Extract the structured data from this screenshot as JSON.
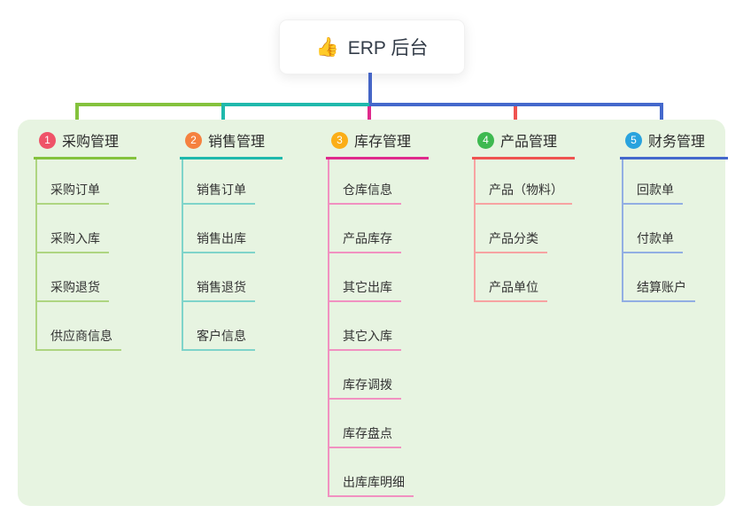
{
  "root": {
    "icon": "👍",
    "title": "ERP 后台",
    "connector_color": "#4565c6"
  },
  "canvas": {
    "background": "#ffffff",
    "panel_background": "#e7f4e1"
  },
  "branches": [
    {
      "badge": "1",
      "label": "采购管理",
      "colors": {
        "badge": "#ef5368",
        "line": "#84c23d",
        "line_light": "#aed581"
      },
      "children": [
        "采购订单",
        "采购入库",
        "采购退货",
        "供应商信息"
      ]
    },
    {
      "badge": "2",
      "label": "销售管理",
      "colors": {
        "badge": "#f5813f",
        "line": "#1fb9ac",
        "line_light": "#7fd4ca"
      },
      "children": [
        "销售订单",
        "销售出库",
        "销售退货",
        "客户信息"
      ]
    },
    {
      "badge": "3",
      "label": "库存管理",
      "colors": {
        "badge": "#fbae17",
        "line": "#df2a8c",
        "line_light": "#f191c1"
      },
      "children": [
        "仓库信息",
        "产品库存",
        "其它出库",
        "其它入库",
        "库存调拨",
        "库存盘点",
        "出库库明细"
      ]
    },
    {
      "badge": "4",
      "label": "产品管理",
      "colors": {
        "badge": "#3eb950",
        "line": "#ef5350",
        "line_light": "#f7a3a2"
      },
      "children": [
        "产品（物料）",
        "产品分类",
        "产品单位"
      ]
    },
    {
      "badge": "5",
      "label": "财务管理",
      "colors": {
        "badge": "#29a3de",
        "line": "#4468cc",
        "line_light": "#92aee3"
      },
      "children": [
        "回款单",
        "付款单",
        "结算账户"
      ]
    }
  ]
}
